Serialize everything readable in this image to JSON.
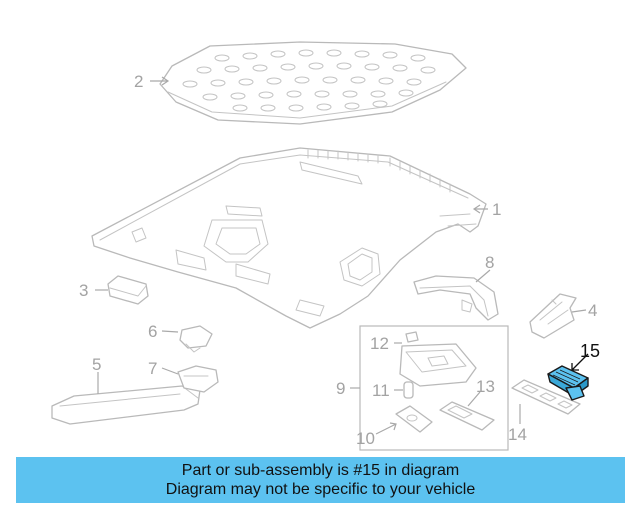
{
  "callouts": {
    "c1": "1",
    "c2": "2",
    "c3": "3",
    "c4": "4",
    "c5": "5",
    "c6": "6",
    "c7": "7",
    "c8": "8",
    "c9": "9",
    "c10": "10",
    "c11": "11",
    "c12": "12",
    "c13": "13",
    "c14": "14",
    "c15": "15"
  },
  "highlight": {
    "part": "15",
    "color": "#5cc2f0"
  },
  "banner": {
    "line1": "Part or sub-assembly is #15 in diagram",
    "line2": "Diagram may not be specific to your vehicle",
    "background": "#5cc2f0"
  }
}
